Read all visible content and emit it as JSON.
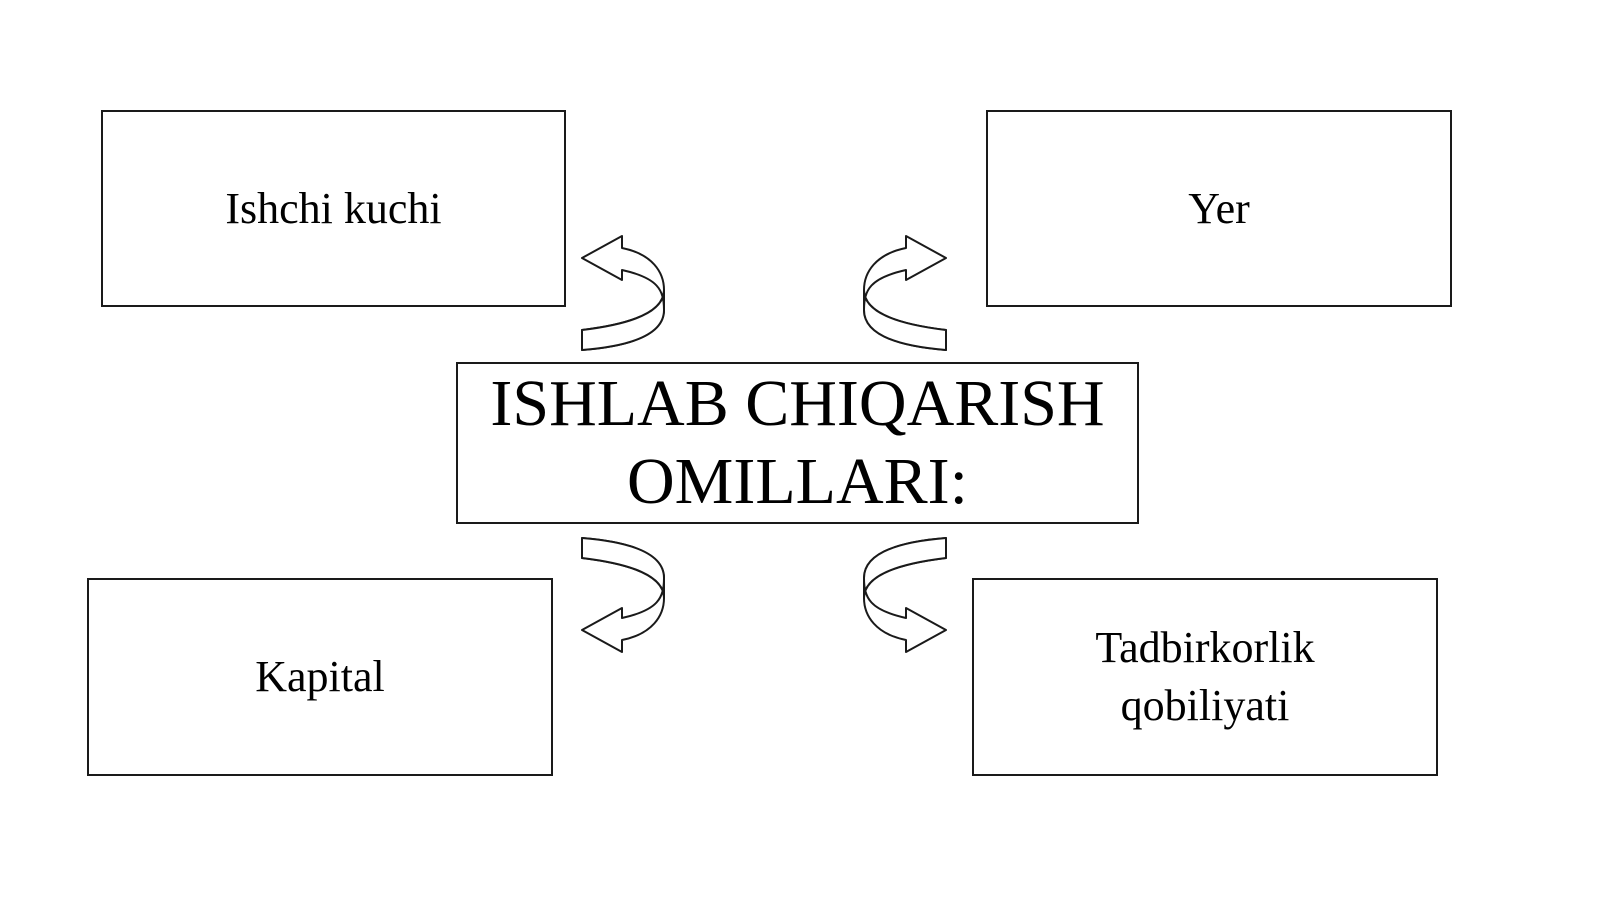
{
  "diagram": {
    "center": "ISHLAB CHIQARISH\nOMILLARI:",
    "factors": {
      "top_left": "Ishchi kuchi",
      "top_right": "Yer",
      "bottom_left": "Kapital",
      "bottom_right": "Tadbirkorlik\nqobiliyati"
    },
    "colors": {
      "border": "#1a1a1a",
      "arrow_shade": "#c8c8c8",
      "background": "#ffffff"
    }
  }
}
